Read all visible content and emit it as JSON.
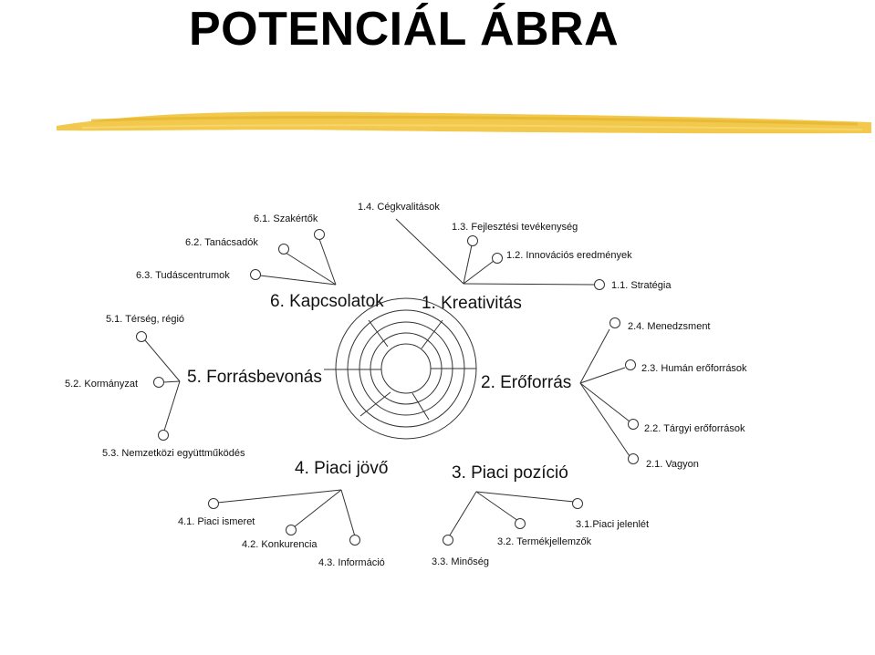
{
  "title": "POTENCIÁL ÁBRA",
  "colors": {
    "accent_brush": "#f2c94c",
    "line": "#333333"
  },
  "diagram": {
    "categories": [
      {
        "id": "c1",
        "label": "1. Kreativitás",
        "items": [
          "1.1. Stratégia",
          "1.2. Innovációs eredmények",
          "1.3. Fejlesztési tevékenység",
          "1.4. Cégkvalitások"
        ]
      },
      {
        "id": "c2",
        "label": "2. Erőforrás",
        "items": [
          "2.1. Vagyon",
          "2.2. Tárgyi erőforrások",
          "2.3. Humán erőforrások",
          "2.4. Menedzsment"
        ]
      },
      {
        "id": "c3",
        "label": "3. Piaci pozíció",
        "items": [
          "3.1.Piaci jelenlét",
          "3.2. Termékjellemzők",
          "3.3. Minőség"
        ]
      },
      {
        "id": "c4",
        "label": "4. Piaci jövő",
        "items": [
          "4.1. Piaci ismeret",
          "4.2. Konkurencia",
          "4.3. Információ"
        ]
      },
      {
        "id": "c5",
        "label": "5. Forrásbevonás",
        "items": [
          "5.1. Térség, régió",
          "5.2. Kormányzat",
          "5.3. Nemzetközi együttműködés"
        ]
      },
      {
        "id": "c6",
        "label": "6. Kapcsolatok",
        "items": [
          "6.1. Szakértők",
          "6.2. Tanácsadók",
          "6.3. Tudáscentrumok"
        ]
      }
    ]
  }
}
